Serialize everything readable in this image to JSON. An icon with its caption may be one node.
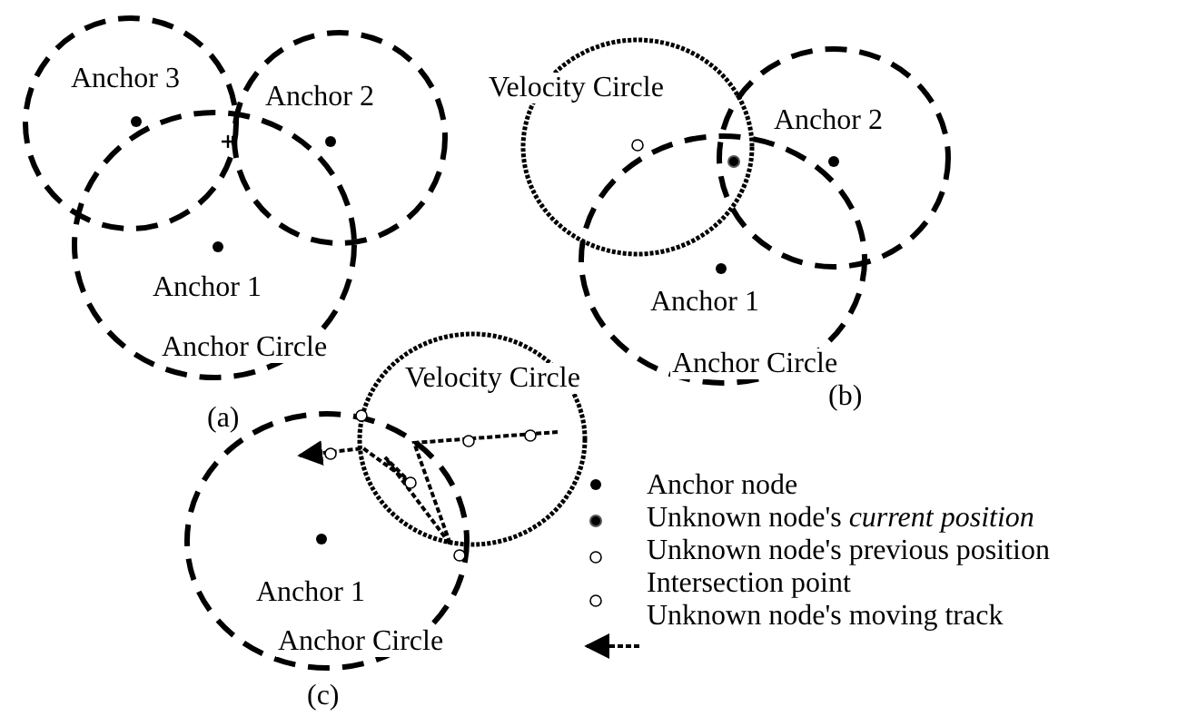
{
  "diagram": {
    "labels": [
      "Anchor 3",
      "Anchor 2",
      "Anchor 1",
      "Anchor Circle",
      "(a)",
      "Velocity Circle",
      "Anchor 2",
      "Anchor 1",
      "Anchor Circle",
      "(b)",
      "Velocity Circle",
      "Anchor 1",
      "Anchor Circle",
      "(c)"
    ],
    "legend": [
      {
        "text": "Anchor node"
      },
      {
        "text": "Unknown node's *current position*"
      },
      {
        "text": "Unknown node's previous position"
      },
      {
        "text": "Intersection point"
      },
      {
        "text": "Unknown node's moving track"
      }
    ]
  }
}
